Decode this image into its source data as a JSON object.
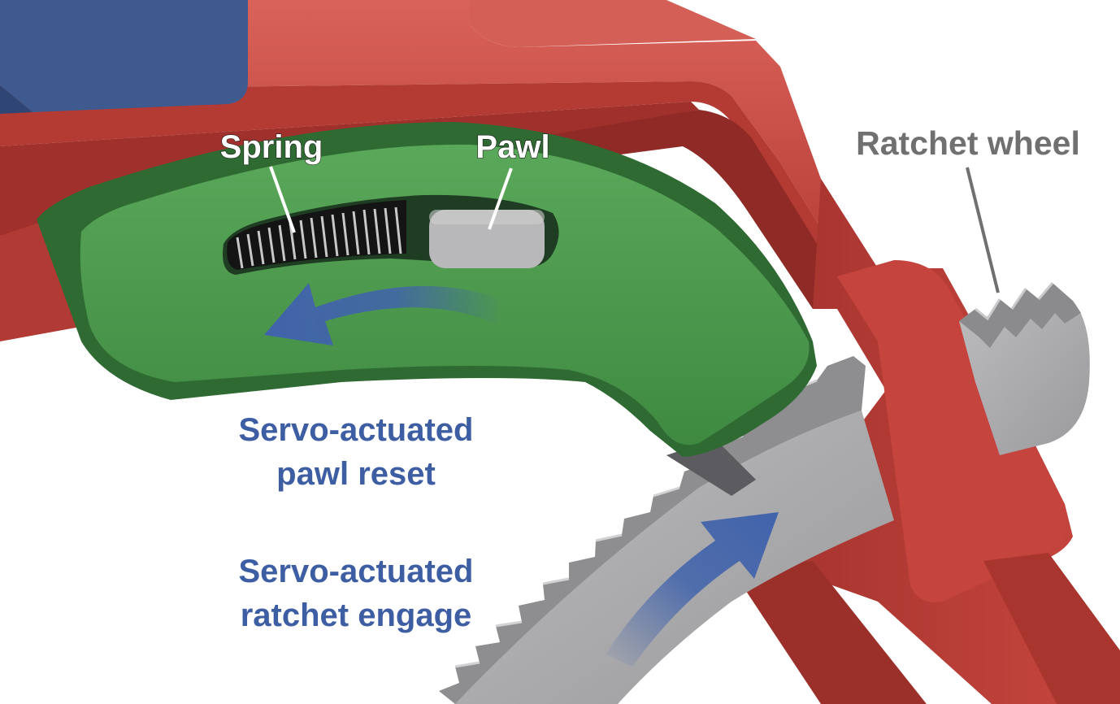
{
  "labels": {
    "spring": "Spring",
    "pawl": "Pawl",
    "ratchet_wheel": "Ratchet wheel",
    "pawl_reset_line1": "Servo-actuated",
    "pawl_reset_line2": "pawl reset",
    "ratchet_engage_line1": "Servo-actuated",
    "ratchet_engage_line2": "ratchet engage"
  },
  "colors": {
    "frame_red": "#c0423b",
    "frame_red_dark": "#8e2b26",
    "frame_red_light": "#d65a52",
    "arm_green": "#4f9a4f",
    "arm_green_dark": "#2f6a33",
    "block_blue": "#3f5a8f",
    "metal_gray": "#a7a7a9",
    "metal_dark": "#6d6d70",
    "arrow_blue": "#4163ab",
    "label_blue": "#3e5ea3",
    "label_gray": "#707070",
    "label_white": "#ffffff"
  }
}
